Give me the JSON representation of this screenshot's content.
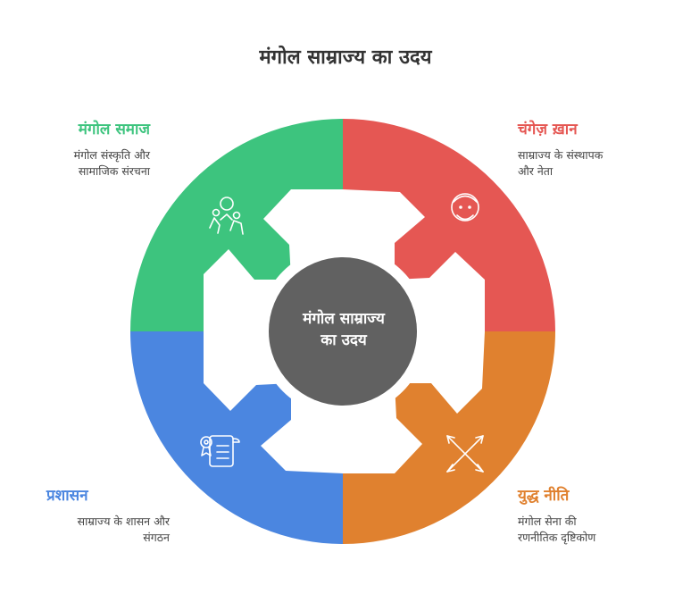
{
  "title": "मंगोल साम्राज्य का उदय",
  "center": {
    "line1": "मंगोल साम्राज्य",
    "line2": "का उदय"
  },
  "segments": [
    {
      "id": "mongol-society",
      "heading": "मंगोल समाज",
      "desc_line1": "मंगोल संस्कृति और",
      "desc_line2": "सामाजिक संरचना",
      "color": "#3dc47e",
      "icon": "people-icon"
    },
    {
      "id": "genghis-khan",
      "heading": "चंगेज़ ख़ान",
      "desc_line1": "साम्राज्य के संस्थापक",
      "desc_line2": "और नेता",
      "color": "#e55753",
      "icon": "leader-face-icon"
    },
    {
      "id": "war-strategy",
      "heading": "युद्ध नीति",
      "desc_line1": "मंगोल सेना की",
      "desc_line2": "रणनीतिक दृष्टिकोण",
      "color": "#e0812f",
      "icon": "crossed-arrows-icon"
    },
    {
      "id": "administration",
      "heading": "प्रशासन",
      "desc_line1": "साम्राज्य के शासन और",
      "desc_line2": "संगठन",
      "color": "#4b86e0",
      "icon": "certificate-scroll-icon"
    }
  ],
  "colors": {
    "center": "#616161",
    "title": "#333333"
  }
}
